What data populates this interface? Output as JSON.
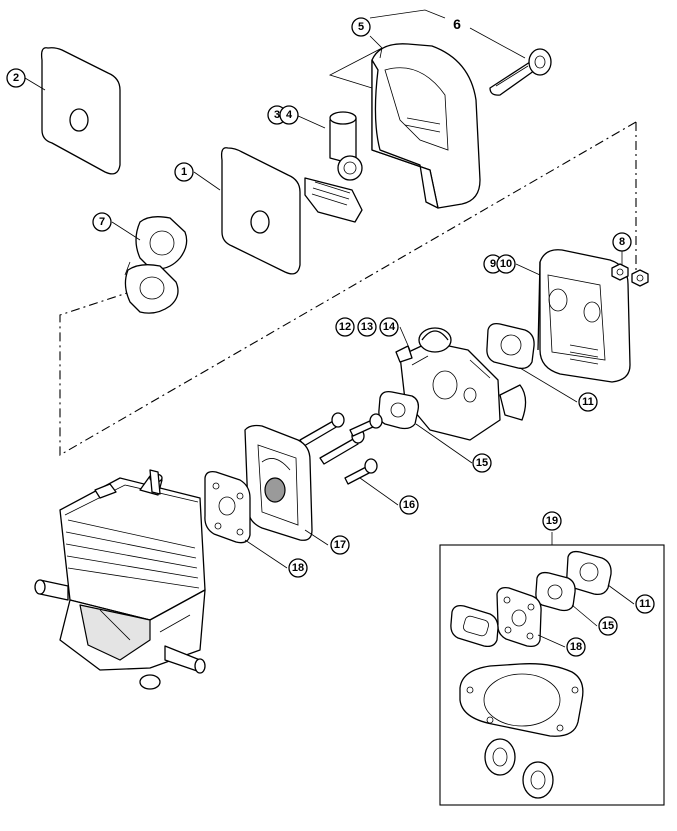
{
  "callouts": {
    "c1": "1",
    "c2": "2",
    "c3": "3",
    "c4": "4",
    "c5": "5",
    "c6": "6",
    "c7": "7",
    "c8": "8",
    "c9": "9",
    "c10": "10",
    "c11": "11",
    "c12": "12",
    "c13": "13",
    "c14": "14",
    "c15": "15",
    "c16": "16",
    "c17": "17",
    "c18": "18",
    "c19": "19",
    "c11b": "11",
    "c15b": "15",
    "c18b": "18"
  }
}
